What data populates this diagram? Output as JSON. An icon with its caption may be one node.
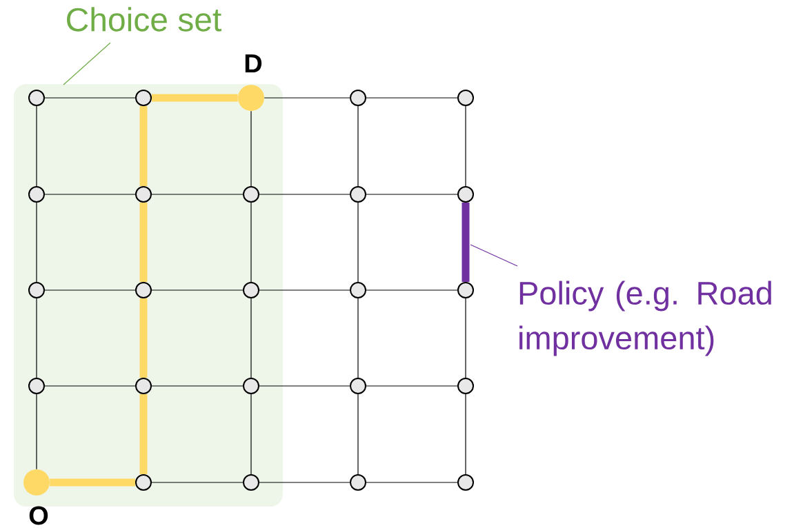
{
  "diagram": {
    "nodes": [
      {
        "text": [
          "Choice set"
        ]
      },
      {
        "text": [],
        "shape": "box"
      },
      {
        "text": [],
        "shape": "circle",
        "in": 1
      },
      {
        "text": [],
        "shape": "circle",
        "in": 1
      },
      {
        "text": [],
        "shape": "circle",
        "in": 1,
        "beside": [
          "D"
        ]
      },
      {
        "text": [],
        "shape": "circle"
      },
      {
        "text": [],
        "shape": "circle"
      },
      {
        "text": [],
        "shape": "circle",
        "in": 1
      },
      {
        "text": [],
        "shape": "circle",
        "in": 1
      },
      {
        "text": [],
        "shape": "circle",
        "in": 1
      },
      {
        "text": [],
        "shape": "circle"
      },
      {
        "text": [],
        "shape": "circle"
      },
      {
        "text": [],
        "shape": "circle",
        "in": 1
      },
      {
        "text": [],
        "shape": "circle",
        "in": 1
      },
      {
        "text": [],
        "shape": "circle",
        "in": 1
      },
      {
        "text": [],
        "shape": "circle"
      },
      {
        "text": [],
        "shape": "circle"
      },
      {
        "text": [],
        "shape": "circle",
        "in": 1
      },
      {
        "text": [],
        "shape": "circle",
        "in": 1
      },
      {
        "text": [],
        "shape": "circle",
        "in": 1
      },
      {
        "text": [],
        "shape": "circle"
      },
      {
        "text": [],
        "shape": "circle"
      },
      {
        "text": [],
        "shape": "circle",
        "in": 1,
        "beside": [
          "O"
        ]
      },
      {
        "text": [],
        "shape": "circle",
        "in": 1
      },
      {
        "text": [],
        "shape": "circle",
        "in": 1
      },
      {
        "text": [],
        "shape": "circle"
      },
      {
        "text": [],
        "shape": "circle"
      },
      {
        "text": [
          "Policy (e.g. Road improvement)"
        ]
      }
    ],
    "edges": [
      {
        "from": 0,
        "to": 1,
        "arrow": "none",
        "color": "#70ad47"
      },
      {
        "from": 2,
        "to": 3,
        "arrow": "none"
      },
      {
        "from": 3,
        "to": 4,
        "arrow": "none",
        "style": "thick",
        "color": "#ffd966"
      },
      {
        "from": 4,
        "to": 5,
        "arrow": "none"
      },
      {
        "from": 5,
        "to": 6,
        "arrow": "none"
      },
      {
        "from": 7,
        "to": 8,
        "arrow": "none"
      },
      {
        "from": 8,
        "to": 9,
        "arrow": "none"
      },
      {
        "from": 9,
        "to": 10,
        "arrow": "none"
      },
      {
        "from": 10,
        "to": 11,
        "arrow": "none"
      },
      {
        "from": 12,
        "to": 13,
        "arrow": "none"
      },
      {
        "from": 13,
        "to": 14,
        "arrow": "none"
      },
      {
        "from": 14,
        "to": 15,
        "arrow": "none"
      },
      {
        "from": 15,
        "to": 16,
        "arrow": "none"
      },
      {
        "from": 17,
        "to": 18,
        "arrow": "none"
      },
      {
        "from": 18,
        "to": 19,
        "arrow": "none"
      },
      {
        "from": 19,
        "to": 20,
        "arrow": "none"
      },
      {
        "from": 20,
        "to": 21,
        "arrow": "none"
      },
      {
        "from": 22,
        "to": 23,
        "arrow": "none",
        "style": "thick",
        "color": "#ffd966"
      },
      {
        "from": 23,
        "to": 24,
        "arrow": "none"
      },
      {
        "from": 24,
        "to": 25,
        "arrow": "none"
      },
      {
        "from": 25,
        "to": 26,
        "arrow": "none"
      },
      {
        "from": 2,
        "to": 7,
        "arrow": "none"
      },
      {
        "from": 7,
        "to": 12,
        "arrow": "none"
      },
      {
        "from": 12,
        "to": 17,
        "arrow": "none"
      },
      {
        "from": 17,
        "to": 22,
        "arrow": "none"
      },
      {
        "from": 23,
        "to": 18,
        "arrow": "none",
        "style": "thick",
        "color": "#ffd966"
      },
      {
        "from": 18,
        "to": 13,
        "arrow": "none",
        "style": "thick",
        "color": "#ffd966"
      },
      {
        "from": 13,
        "to": 8,
        "arrow": "none",
        "style": "thick",
        "color": "#ffd966"
      },
      {
        "from": 8,
        "to": 3,
        "arrow": "none",
        "style": "thick",
        "color": "#ffd966"
      },
      {
        "from": 4,
        "to": 9,
        "arrow": "none"
      },
      {
        "from": 9,
        "to": 14,
        "arrow": "none"
      },
      {
        "from": 14,
        "to": 19,
        "arrow": "none"
      },
      {
        "from": 19,
        "to": 24,
        "arrow": "none"
      },
      {
        "from": 5,
        "to": 10,
        "arrow": "none"
      },
      {
        "from": 10,
        "to": 15,
        "arrow": "none"
      },
      {
        "from": 15,
        "to": 20,
        "arrow": "none"
      },
      {
        "from": 20,
        "to": 25,
        "arrow": "none"
      },
      {
        "from": 6,
        "to": 11,
        "arrow": "none"
      },
      {
        "from": 11,
        "to": 16,
        "arrow": "none",
        "style": "thick",
        "color": "#7030a0"
      },
      {
        "from": 16,
        "to": 21,
        "arrow": "none"
      },
      {
        "from": 21,
        "to": 26,
        "arrow": "none"
      },
      {
        "from": 27,
        "to": null,
        "arrow": "none",
        "color": "#7030a0"
      }
    ]
  }
}
